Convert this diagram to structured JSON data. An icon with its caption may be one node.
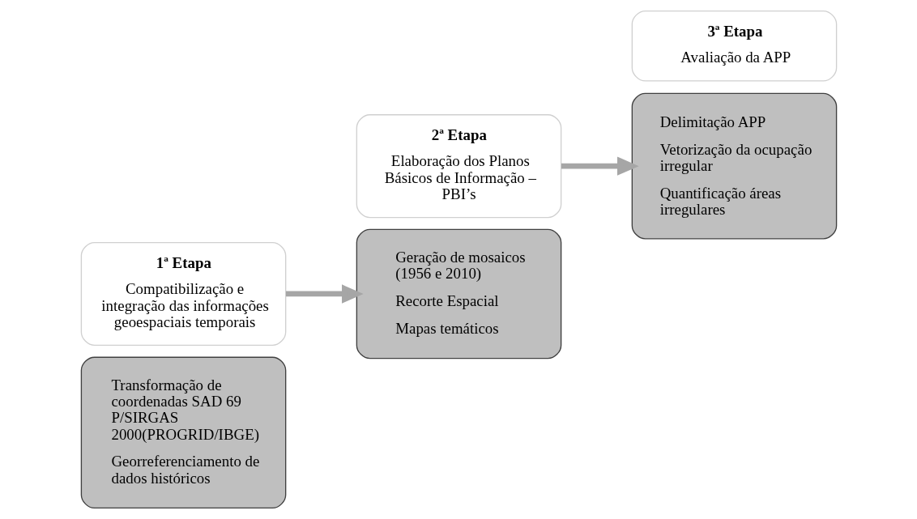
{
  "diagram": {
    "nodes": [
      {
        "text": [
          "Transformação de coordenadas SAD 69 P/SIRGAS 2000(PROGRID/IBGE)",
          "Georreferenciamento de dados históricos"
        ]
      },
      {
        "text": [
          "1ª Etapa",
          "Compatibilização e integração das informações geoespaciais temporais"
        ]
      },
      {
        "text": [
          "Geração de mosaicos (1956 e 2010)",
          "Recorte Espacial",
          "Mapas temáticos"
        ]
      },
      {
        "text": [
          "2ª Etapa",
          "Elaboração dos Planos Básicos de Informação – PBI’s"
        ]
      },
      {
        "text": [
          "Delimitação APP",
          "Vetorização da ocupação irregular",
          "Quantificação áreas irregulares"
        ]
      },
      {
        "text": [
          "3ª Etapa",
          "Avaliação da APP"
        ]
      }
    ],
    "edges": [
      {
        "from": 1,
        "to": 2,
        "arrow": "to"
      },
      {
        "from": 3,
        "to": 4,
        "arrow": "to"
      }
    ]
  }
}
